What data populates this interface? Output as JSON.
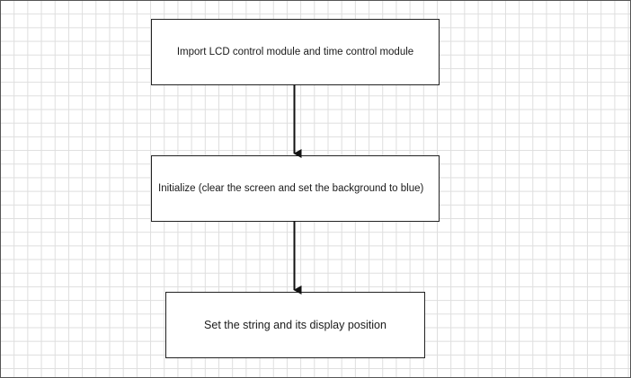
{
  "diagram": {
    "type": "flowchart",
    "nodes": [
      {
        "id": "n1",
        "label": "Import LCD control module and time control module"
      },
      {
        "id": "n2",
        "label": "Initialize (clear the screen and set the background to blue)"
      },
      {
        "id": "n3",
        "label": "Set the string and its display position"
      }
    ],
    "edges": [
      {
        "from": "n1",
        "to": "n2"
      },
      {
        "from": "n2",
        "to": "n3"
      }
    ],
    "colors": {
      "grid": "#dedede",
      "stroke": "#222222",
      "text": "#1a1a1a"
    }
  }
}
